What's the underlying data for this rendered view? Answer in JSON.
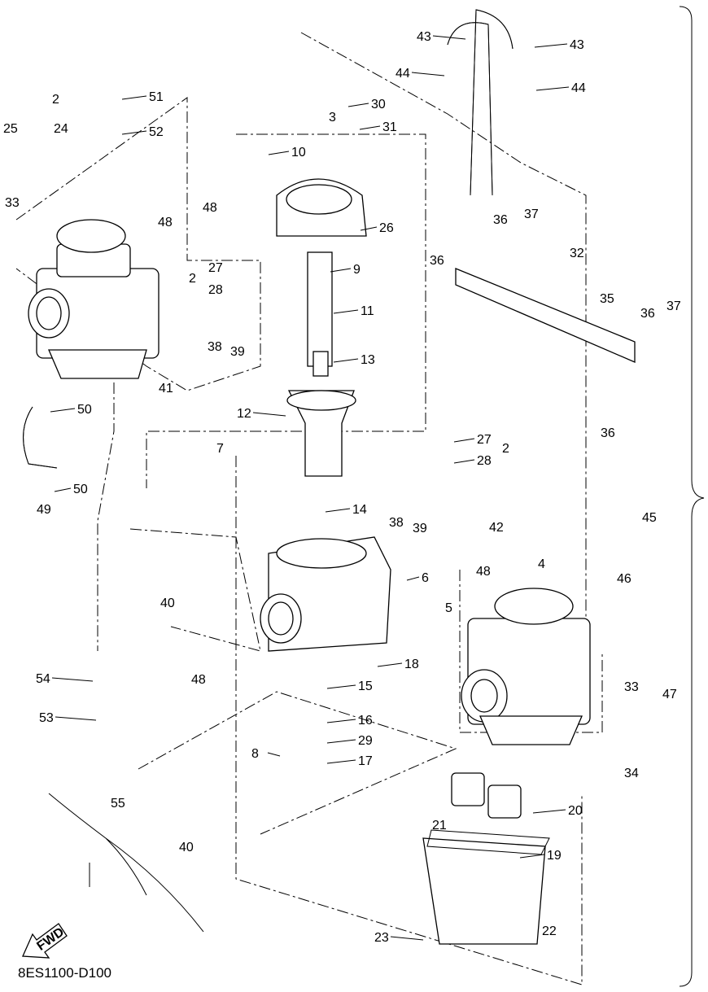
{
  "diagram": {
    "code": "8ES1100-D100",
    "fwd_label": "FWD",
    "callouts": [
      "43",
      "43",
      "44",
      "44",
      "2",
      "24",
      "25",
      "51",
      "52",
      "30",
      "31",
      "3",
      "10",
      "26",
      "9",
      "33",
      "48",
      "48",
      "2",
      "27",
      "28",
      "38",
      "39",
      "41",
      "11",
      "13",
      "12",
      "7",
      "36",
      "37",
      "36",
      "32",
      "35",
      "36",
      "37",
      "36",
      "27",
      "28",
      "2",
      "38",
      "39",
      "42",
      "48",
      "14",
      "45",
      "4",
      "46",
      "6",
      "5",
      "50",
      "50",
      "49",
      "40",
      "48",
      "18",
      "15",
      "16",
      "29",
      "17",
      "8",
      "33",
      "47",
      "34",
      "54",
      "53",
      "55",
      "20",
      "21",
      "19",
      "40",
      "23",
      "22"
    ]
  }
}
